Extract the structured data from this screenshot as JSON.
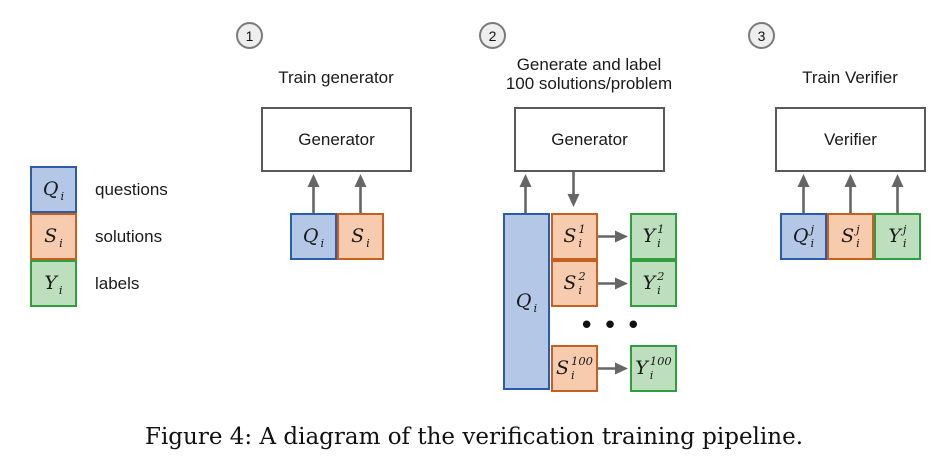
{
  "figure": {
    "caption": "Figure 4: A diagram of the verification training pipeline."
  },
  "palette": {
    "blue_fill": "#b4c7e7",
    "blue_border": "#2a5caa",
    "orange_fill": "#f7cbad",
    "orange_border": "#c7601f",
    "green_fill": "#bddfbd",
    "green_border": "#2f9e3f",
    "box_border": "#595959",
    "arrow": "#666666",
    "circle_fill": "#eeeeee",
    "circle_border": "#7a7a7a",
    "text": "#1a1a1a"
  },
  "legend": {
    "items": [
      {
        "symbol": {
          "base": "Q",
          "sub": "i",
          "sup": ""
        },
        "label": "questions"
      },
      {
        "symbol": {
          "base": "S",
          "sub": "i",
          "sup": ""
        },
        "label": "solutions"
      },
      {
        "symbol": {
          "base": "Y",
          "sub": "i",
          "sup": ""
        },
        "label": "labels"
      }
    ]
  },
  "steps": [
    {
      "number": "1",
      "title_lines": [
        "Train generator"
      ],
      "model_label": "Generator"
    },
    {
      "number": "2",
      "title_lines": [
        "Generate and label",
        "100 solutions/problem"
      ],
      "model_label": "Generator"
    },
    {
      "number": "3",
      "title_lines": [
        "Train Verifier"
      ],
      "model_label": "Verifier"
    }
  ],
  "step1": {
    "inputs": [
      {
        "base": "Q",
        "sub": "i",
        "sup": ""
      },
      {
        "base": "S",
        "sub": "i",
        "sup": ""
      }
    ]
  },
  "step2": {
    "question": {
      "base": "Q",
      "sub": "i",
      "sup": ""
    },
    "solutions": [
      {
        "base": "S",
        "sub": "i",
        "sup": "1"
      },
      {
        "base": "S",
        "sub": "i",
        "sup": "2"
      },
      {
        "base": "S",
        "sub": "i",
        "sup": "100"
      }
    ],
    "labels": [
      {
        "base": "Y",
        "sub": "i",
        "sup": "1"
      },
      {
        "base": "Y",
        "sub": "i",
        "sup": "2"
      },
      {
        "base": "Y",
        "sub": "i",
        "sup": "100"
      }
    ],
    "ellipsis": "•••"
  },
  "step3": {
    "inputs": [
      {
        "base": "Q",
        "sub": "i",
        "sup": "j"
      },
      {
        "base": "S",
        "sub": "i",
        "sup": "j"
      },
      {
        "base": "Y",
        "sub": "i",
        "sup": "j"
      }
    ]
  }
}
